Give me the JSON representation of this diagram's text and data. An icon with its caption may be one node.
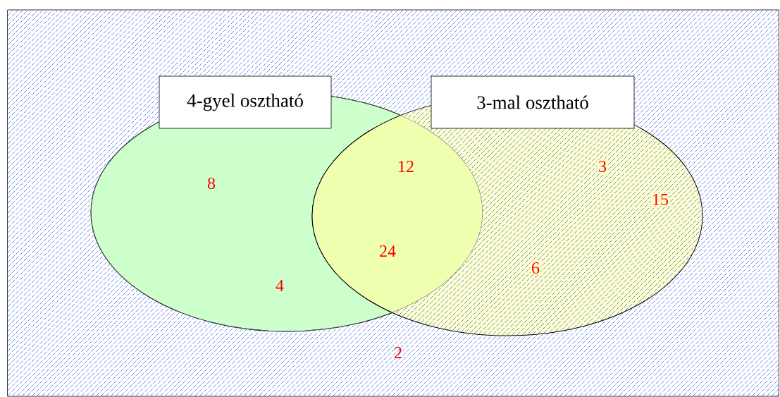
{
  "diagram": {
    "nodes": [
      {
        "text": [
          "2"
        ]
      },
      {
        "text": [
          "4-gyel osztható"
        ],
        "in": 0
      },
      {
        "text": [
          "3-mal osztható"
        ],
        "in": 0
      },
      {
        "text": [
          "8",
          "4"
        ],
        "in": 0
      },
      {
        "text": [
          "3",
          "15",
          "6"
        ],
        "in": 0
      }
    ],
    "labels": [
      "12",
      "24"
    ]
  }
}
